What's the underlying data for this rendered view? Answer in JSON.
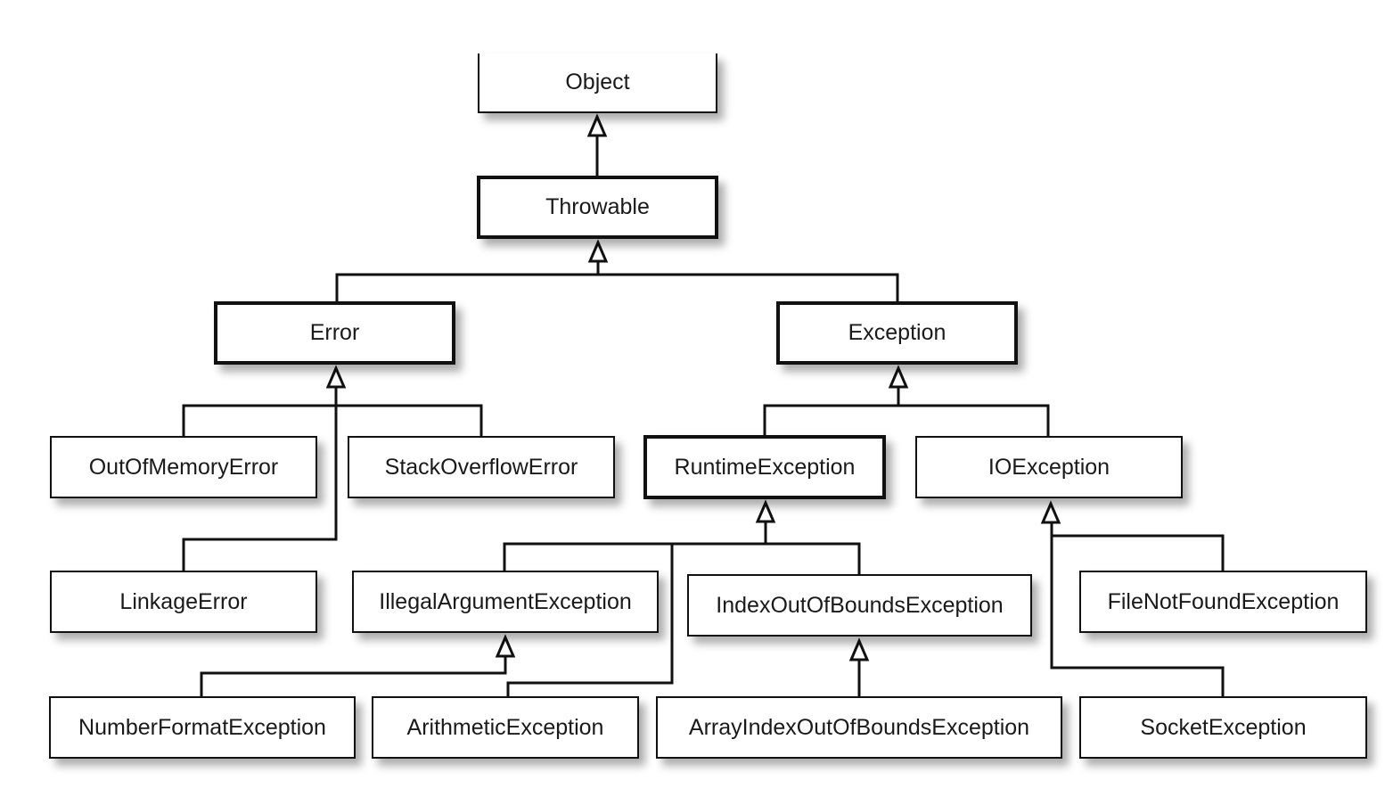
{
  "classes": {
    "object": "Object",
    "throwable": "Throwable",
    "error": "Error",
    "exception": "Exception",
    "out_of_memory_error": "OutOfMemoryError",
    "stack_overflow_error": "StackOverflowError",
    "runtime_exception": "RuntimeException",
    "io_exception": "IOException",
    "linkage_error": "LinkageError",
    "illegal_argument_exception": "IllegalArgumentException",
    "index_out_of_bounds_exception": "IndexOutOfBoundsException",
    "file_not_found_exception": "FileNotFoundException",
    "number_format_exception": "NumberFormatException",
    "arithmetic_exception": "ArithmeticException",
    "array_index_out_of_bounds_exception": "ArrayIndexOutOfBoundsException",
    "socket_exception": "SocketException"
  },
  "inheritance": [
    {
      "child": "Throwable",
      "parent": "Object"
    },
    {
      "child": "Error",
      "parent": "Throwable"
    },
    {
      "child": "Exception",
      "parent": "Throwable"
    },
    {
      "child": "OutOfMemoryError",
      "parent": "Error"
    },
    {
      "child": "StackOverflowError",
      "parent": "Error"
    },
    {
      "child": "LinkageError",
      "parent": "Error"
    },
    {
      "child": "RuntimeException",
      "parent": "Exception"
    },
    {
      "child": "IOException",
      "parent": "Exception"
    },
    {
      "child": "IllegalArgumentException",
      "parent": "RuntimeException"
    },
    {
      "child": "IndexOutOfBoundsException",
      "parent": "RuntimeException"
    },
    {
      "child": "ArithmeticException",
      "parent": "RuntimeException"
    },
    {
      "child": "NumberFormatException",
      "parent": "IllegalArgumentException"
    },
    {
      "child": "ArrayIndexOutOfBoundsException",
      "parent": "IndexOutOfBoundsException"
    },
    {
      "child": "FileNotFoundException",
      "parent": "IOException"
    },
    {
      "child": "SocketException",
      "parent": "IOException"
    }
  ],
  "colors": {
    "line": "#111111",
    "box_fill": "#ffffff",
    "text": "#1a1a1a"
  }
}
